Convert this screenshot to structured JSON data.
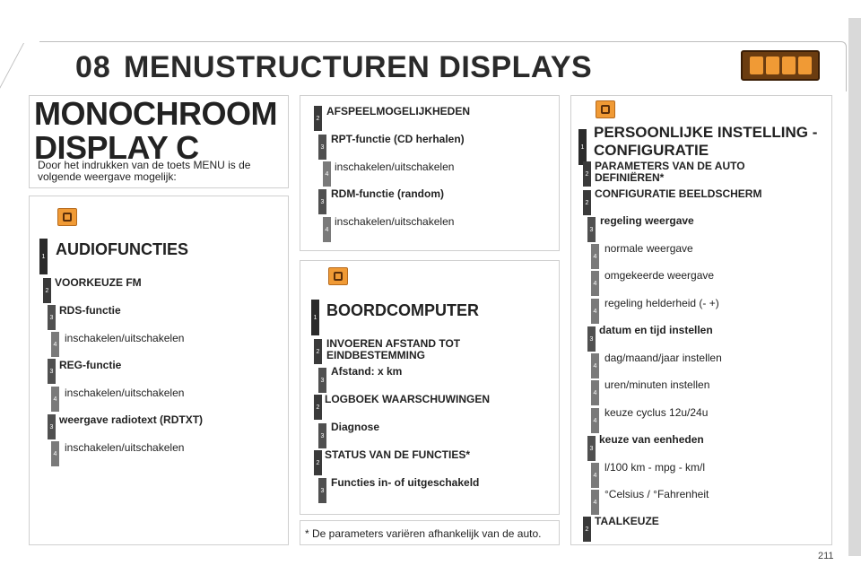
{
  "header": {
    "chapter_number": "08",
    "chapter_title": "MENUSTRUCTUREN DISPLAYS"
  },
  "monochrome": {
    "title_line1": "MONOCHROOM",
    "title_line2": "DISPLAY C",
    "intro": "Door het indrukken van de toets MENU is de volgende weergave mogelijk:"
  },
  "audio": {
    "title": "AUDIOFUNCTIES",
    "items": [
      {
        "level": "1"
      },
      {
        "level": "2",
        "text": "VOORKEUZE FM"
      },
      {
        "level": "3",
        "text": "RDS-functie"
      },
      {
        "level": "4",
        "text": "inschakelen/uitschakelen"
      },
      {
        "level": "3",
        "text": "REG-functie"
      },
      {
        "level": "4",
        "text": "inschakelen/uitschakelen"
      },
      {
        "level": "3",
        "text": "weergave radiotext (RDTXT)"
      },
      {
        "level": "4",
        "text": "inschakelen/uitschakelen"
      }
    ]
  },
  "playback": {
    "items": [
      {
        "level": "2",
        "text": "AFSPEELMOGELIJKHEDEN"
      },
      {
        "level": "3",
        "text": "RPT-functie (CD herhalen)"
      },
      {
        "level": "4",
        "text": "inschakelen/uitschakelen"
      },
      {
        "level": "3",
        "text": "RDM-functie (random)"
      },
      {
        "level": "4",
        "text": "inschakelen/uitschakelen"
      }
    ]
  },
  "computer": {
    "title": "BOORDCOMPUTER",
    "items": [
      {
        "level": "1"
      },
      {
        "level": "2",
        "text_line1": "INVOEREN AFSTAND TOT",
        "text_line2": "EINDBESTEMMING"
      },
      {
        "level": "3",
        "text_a": "Afstand",
        "text_b": ": x km"
      },
      {
        "level": "2",
        "text": "LOGBOEK WAARSCHUWINGEN"
      },
      {
        "level": "3",
        "text": "Diagnose"
      },
      {
        "level": "2",
        "text": "STATUS VAN DE FUNCTIES*"
      },
      {
        "level": "3",
        "text": "Functies in- of uitgeschakeld"
      }
    ]
  },
  "personal": {
    "title_line1": "PERSOONLIJKE INSTELLING -",
    "title_line2": "CONFIGURATIE",
    "items": [
      {
        "level": "1"
      },
      {
        "level": "2",
        "text_line1": "PARAMETERS VAN DE AUTO",
        "text_line2": "DEFINIËREN*"
      },
      {
        "level": "2",
        "text": "CONFIGURATIE BEELDSCHERM"
      },
      {
        "level": "3",
        "text": "regeling weergave"
      },
      {
        "level": "4",
        "text": "normale weergave"
      },
      {
        "level": "4",
        "text": "omgekeerde weergave"
      },
      {
        "level": "4",
        "text": "regeling helderheid (- +)"
      },
      {
        "level": "3",
        "text": "datum en tijd instellen"
      },
      {
        "level": "4",
        "text": "dag/maand/jaar instellen"
      },
      {
        "level": "4",
        "text": "uren/minuten instellen"
      },
      {
        "level": "4",
        "text": "keuze cyclus 12u/24u"
      },
      {
        "level": "3",
        "text": "keuze van eenheden"
      },
      {
        "level": "4",
        "text": "l/100 km - mpg - km/l"
      },
      {
        "level": "4",
        "text": "°Celsius / °Fahrenheit"
      },
      {
        "level": "2",
        "text": "TAALKEUZE"
      }
    ]
  },
  "footnote": "* De parameters variëren afhankelijk van de auto.",
  "page_number": "211",
  "colors": {
    "accent_orange": "#f09a35",
    "display_brown": "#6b3c10"
  },
  "icons": {
    "header_display": [
      "audio-icon",
      "computer-icon",
      "settings-icon",
      "fuel-icon"
    ],
    "audio_section": "audio-icon",
    "computer_section": "fuel-pump-icon",
    "personal_section": "settings-icon"
  }
}
